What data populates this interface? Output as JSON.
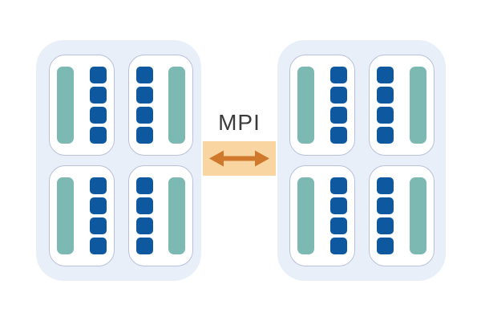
{
  "diagram": {
    "label": "MPI",
    "connector": {
      "icon": "double-arrow",
      "direction": "horizontal"
    },
    "colors": {
      "node_fill": "#E9EFF8",
      "box_border": "#B9C0DB",
      "teal_bar": "#7CB9B2",
      "blue_core": "#0E589F",
      "connector_fill": "#F9D6A1",
      "connector_arrow": "#D0782B",
      "label_color": "#3B3B3B"
    },
    "nodes": [
      {
        "id": "left-node",
        "sockets": [
          {
            "bar_side": "left",
            "core_count": 4
          },
          {
            "bar_side": "right",
            "core_count": 4
          },
          {
            "bar_side": "left",
            "core_count": 4
          },
          {
            "bar_side": "right",
            "core_count": 4
          }
        ]
      },
      {
        "id": "right-node",
        "sockets": [
          {
            "bar_side": "left",
            "core_count": 4
          },
          {
            "bar_side": "right",
            "core_count": 4
          },
          {
            "bar_side": "left",
            "core_count": 4
          },
          {
            "bar_side": "right",
            "core_count": 4
          }
        ]
      }
    ]
  }
}
